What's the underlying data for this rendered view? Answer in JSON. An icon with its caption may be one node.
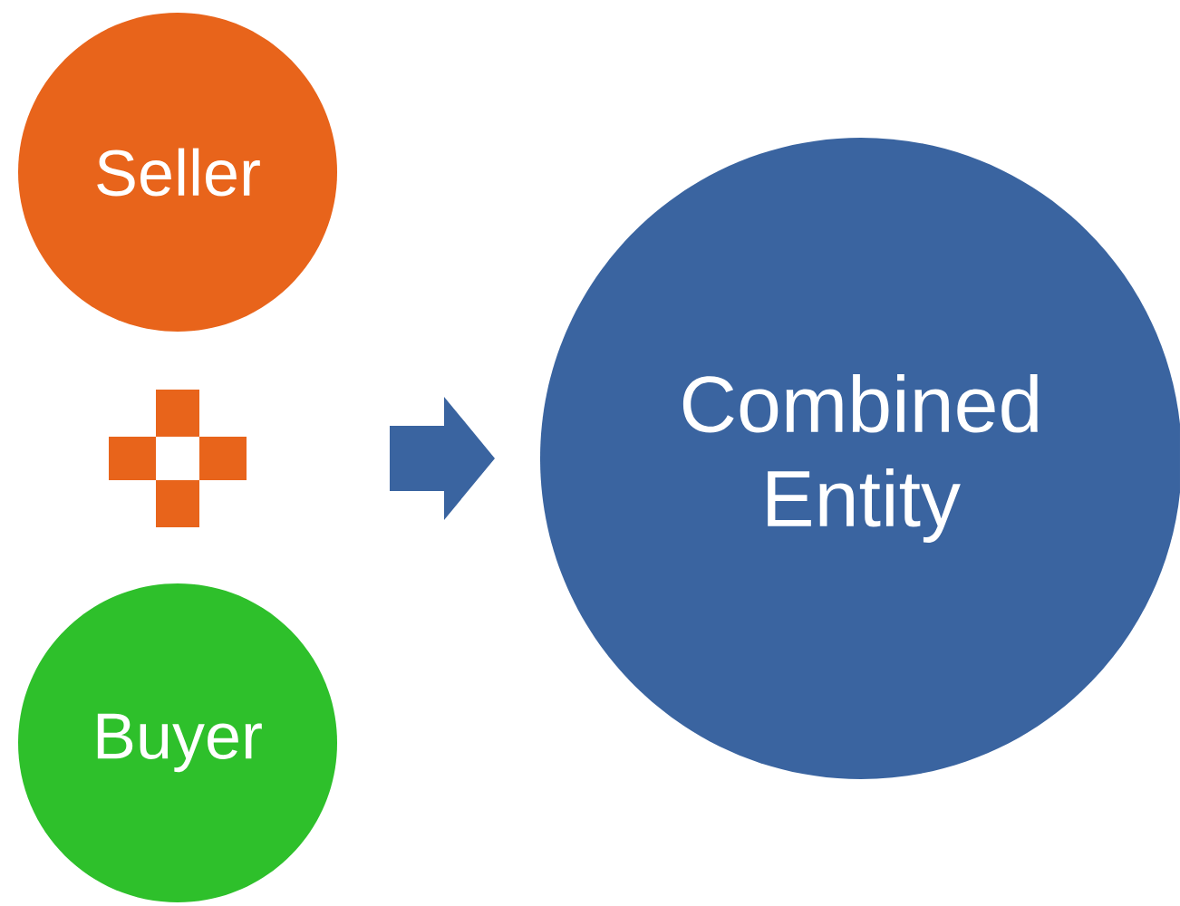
{
  "diagram": {
    "nodes": [
      {
        "text": [
          "Seller"
        ]
      },
      {
        "text": [
          "Buyer"
        ]
      },
      {
        "text": [
          "Combined Entity"
        ]
      }
    ]
  }
}
